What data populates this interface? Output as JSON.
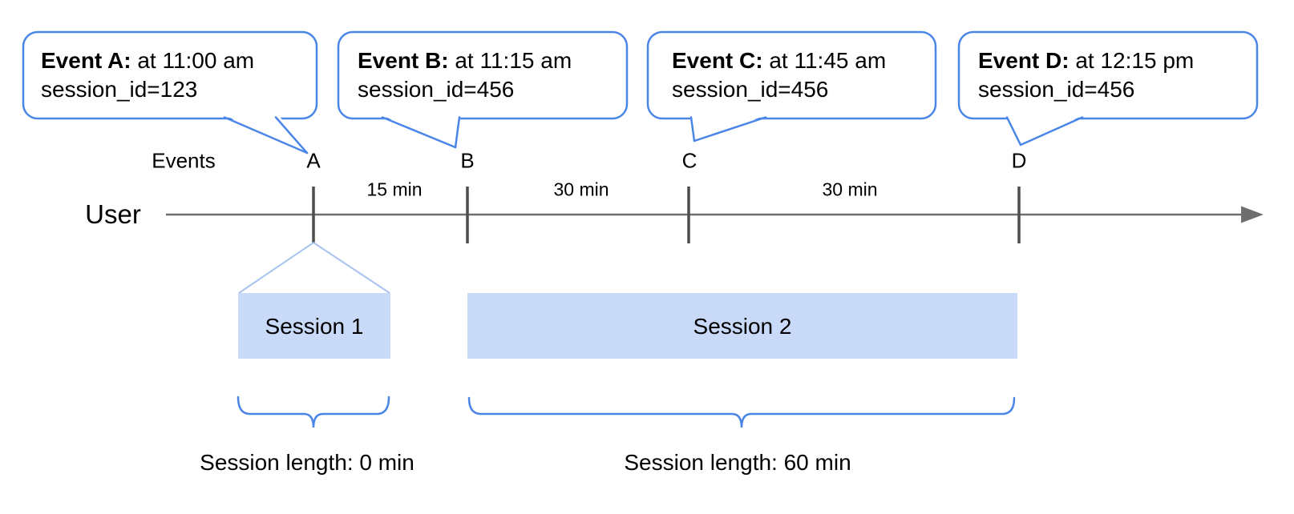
{
  "diagram": {
    "user_label": "User",
    "events_label": "Events"
  },
  "bubbles": [
    {
      "label": "Event A:",
      "time": " at 11:00 am",
      "session": "session_id=123"
    },
    {
      "label": "Event B:",
      "time": " at 11:15 am",
      "session": "session_id=456"
    },
    {
      "label": "Event C:",
      "time": " at 11:45 am",
      "session": "session_id=456"
    },
    {
      "label": "Event D:",
      "time": " at 12:15 pm",
      "session": "session_id=456"
    }
  ],
  "event_markers": [
    {
      "letter": "A"
    },
    {
      "letter": "B"
    },
    {
      "letter": "C"
    },
    {
      "letter": "D"
    }
  ],
  "intervals": [
    {
      "label": "15 min"
    },
    {
      "label": "30 min"
    },
    {
      "label": "30 min"
    }
  ],
  "sessions": [
    {
      "label": "Session 1",
      "length_label": "Session length: 0 min"
    },
    {
      "label": "Session 2",
      "length_label": "Session length: 60 min"
    }
  ],
  "colors": {
    "accent_blue": "#4a86e8",
    "session_fill": "#c9daf8",
    "funnel_blue": "#a8c3f0",
    "line_gray": "#6e6e6e",
    "tick_gray": "#4d4d4d"
  }
}
